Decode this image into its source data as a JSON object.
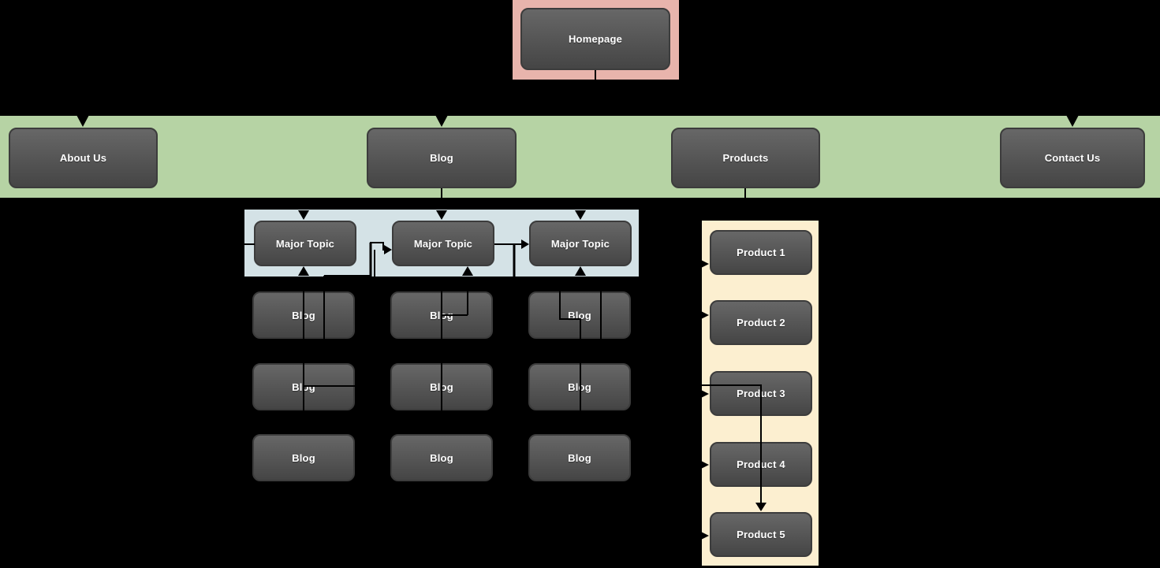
{
  "diagram": {
    "type": "sitemap",
    "homepage": {
      "label": "Homepage"
    },
    "nav": [
      {
        "label": "About Us"
      },
      {
        "label": "Blog"
      },
      {
        "label": "Products"
      },
      {
        "label": "Contact Us"
      }
    ],
    "major_topics": [
      {
        "label": "Major Topic"
      },
      {
        "label": "Major Topic"
      },
      {
        "label": "Major Topic"
      }
    ],
    "blog_posts": [
      {
        "label": "Blog"
      },
      {
        "label": "Blog"
      },
      {
        "label": "Blog"
      },
      {
        "label": "Blog"
      },
      {
        "label": "Blog"
      },
      {
        "label": "Blog"
      },
      {
        "label": "Blog"
      },
      {
        "label": "Blog"
      },
      {
        "label": "Blog"
      }
    ],
    "products": [
      {
        "label": "Product 1"
      },
      {
        "label": "Product 2"
      },
      {
        "label": "Product 3"
      },
      {
        "label": "Product 4"
      },
      {
        "label": "Product 5"
      }
    ]
  },
  "colors": {
    "background": "#000000",
    "homepage_zone": "#e8b4ac",
    "nav_zone": "#b6d3a4",
    "topics_zone": "#d4e2e6",
    "products_zone": "#fcefd0",
    "node_text": "#ffffff",
    "connector": "#000000"
  }
}
